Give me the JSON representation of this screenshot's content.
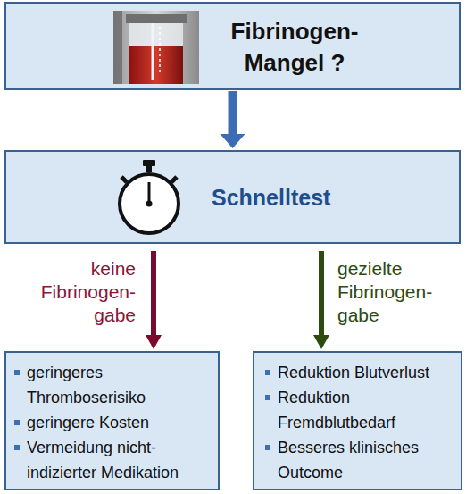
{
  "diagram": {
    "nodes": [
      {
        "text": [
          "Fibrinogen- Mangel ?"
        ]
      },
      {
        "text": [
          "Schnelltest"
        ]
      },
      {
        "text": [
          "geringeres Thromboserisiko",
          "geringere Kosten",
          "Vermeidung nicht- indizierter Medikation"
        ]
      },
      {
        "text": [
          "Reduktion Blutverlust",
          "Reduktion Fremdblutbedarf",
          "Besseres klinisches Outcome"
        ]
      }
    ],
    "edges": [
      {
        "from": 0,
        "to": 1,
        "arrow": "to"
      },
      {
        "from": 1,
        "to": 2,
        "label": "keine Fibrinogen- gabe",
        "arrow": "to"
      },
      {
        "from": 1,
        "to": 3,
        "label": "gezielte Fibrinogen- gabe",
        "arrow": "to"
      }
    ]
  }
}
